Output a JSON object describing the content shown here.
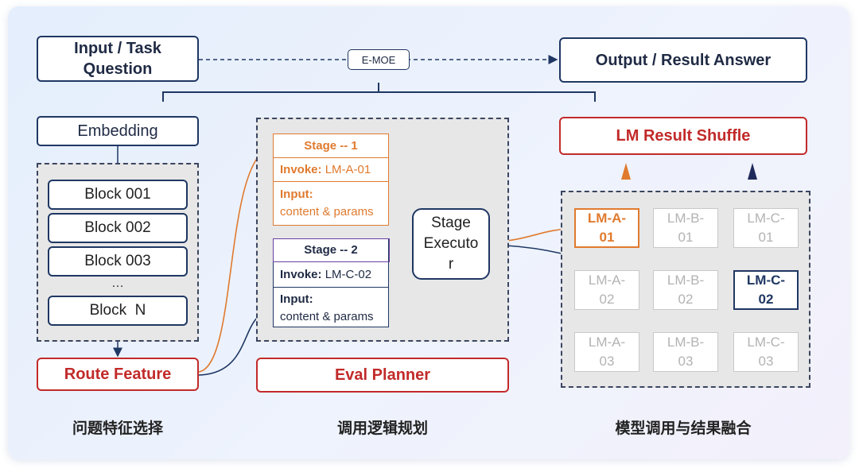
{
  "top": {
    "input_label": "Input / Task\nQuestion",
    "emoe_label": "E-MOE",
    "output_label": "Output / Result Answer"
  },
  "left": {
    "embedding": "Embedding",
    "blocks": [
      "Block 001",
      "Block 002",
      "Block 003",
      "Block  N"
    ],
    "ellipsis": "…",
    "route_feature": "Route Feature",
    "caption": "问题特征选择"
  },
  "middle": {
    "stage1": {
      "title": "Stage -- 1",
      "invoke_prefix": "Invoke: ",
      "invoke_value": "LM-A-01",
      "input_label": "Input:",
      "input_value": "content & params"
    },
    "stage2": {
      "title": "Stage -- 2",
      "invoke_prefix": "Invoke: ",
      "invoke_value": "LM-C-02",
      "input_label": "Input:",
      "input_value": "content & params"
    },
    "executor": "Stage\nExecuto\nr",
    "eval_planner": "Eval Planner",
    "caption": "调用逻辑规划"
  },
  "right": {
    "shuffle": "LM Result Shuffle",
    "models": [
      [
        "LM-A-\n01",
        "LM-B-\n01",
        "LM-C-\n01"
      ],
      [
        "LM-A-\n02",
        "LM-B-\n02",
        "LM-C-\n02"
      ],
      [
        "LM-A-\n03",
        "LM-B-\n03",
        "LM-C-\n03"
      ]
    ],
    "caption": "模型调用与结果融合"
  },
  "colors": {
    "navy": "#1f3763",
    "red": "#c22a2a",
    "orange": "#e07a2e",
    "purple": "#6b3fa0"
  }
}
